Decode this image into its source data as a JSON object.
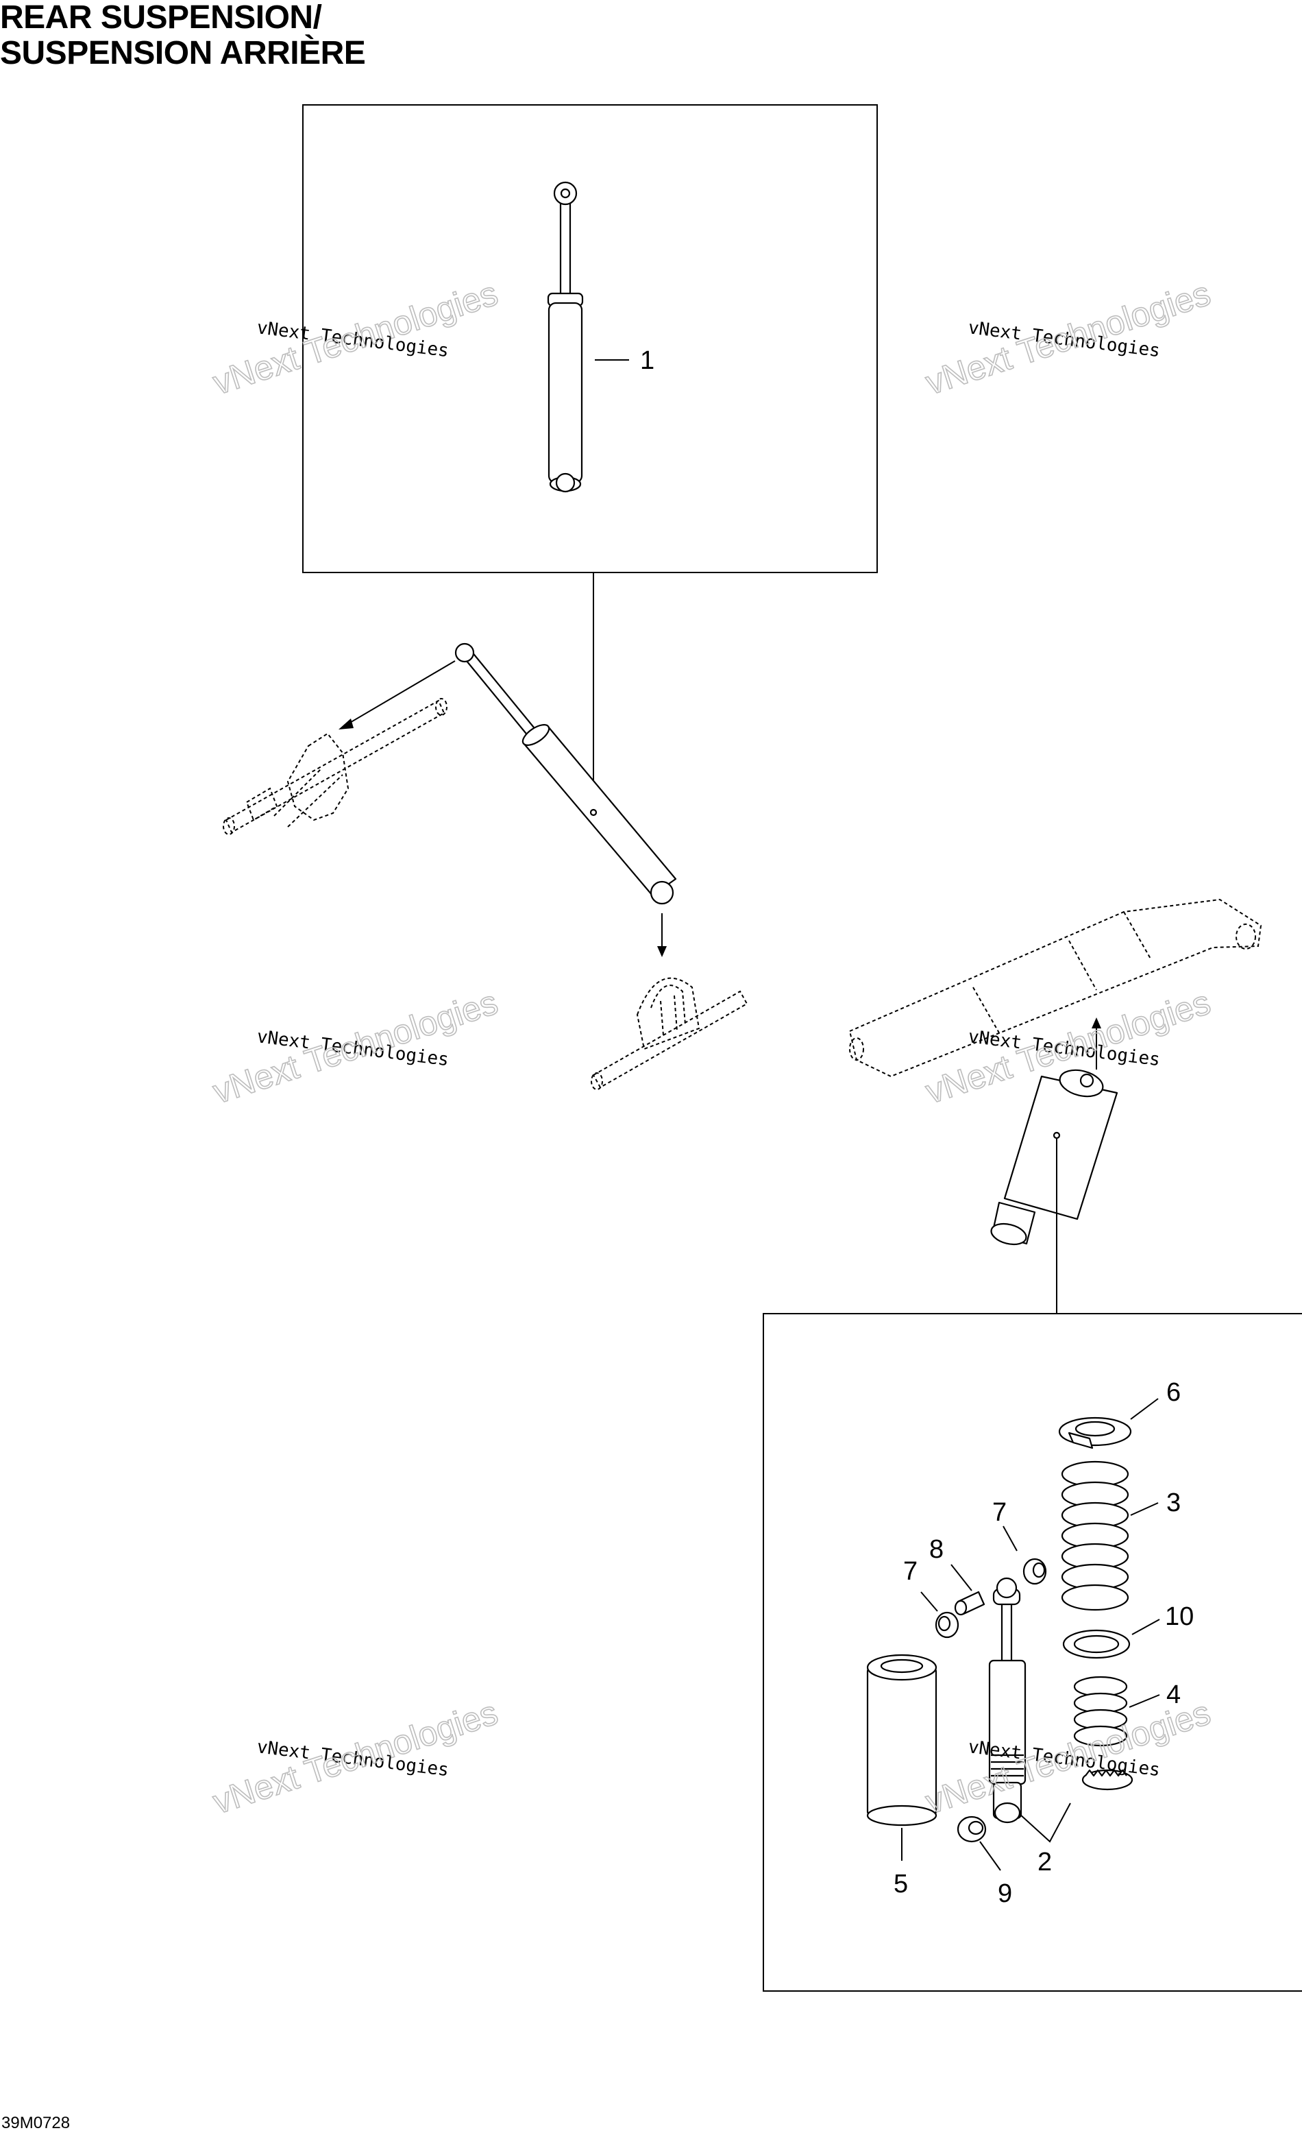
{
  "title": {
    "line1": "REAR SUSPENSION/",
    "line2": "SUSPENSION ARRIÈRE"
  },
  "callouts": {
    "c1": "1",
    "c2": "2",
    "c3": "3",
    "c4": "4",
    "c5": "5",
    "c6": "6",
    "c7a": "7",
    "c7b": "7",
    "c8": "8",
    "c9": "9",
    "c10": "10"
  },
  "watermark": {
    "line1": "vNext Technologies",
    "line2": "vNext Technologies"
  },
  "drawing_code": "39M0728"
}
